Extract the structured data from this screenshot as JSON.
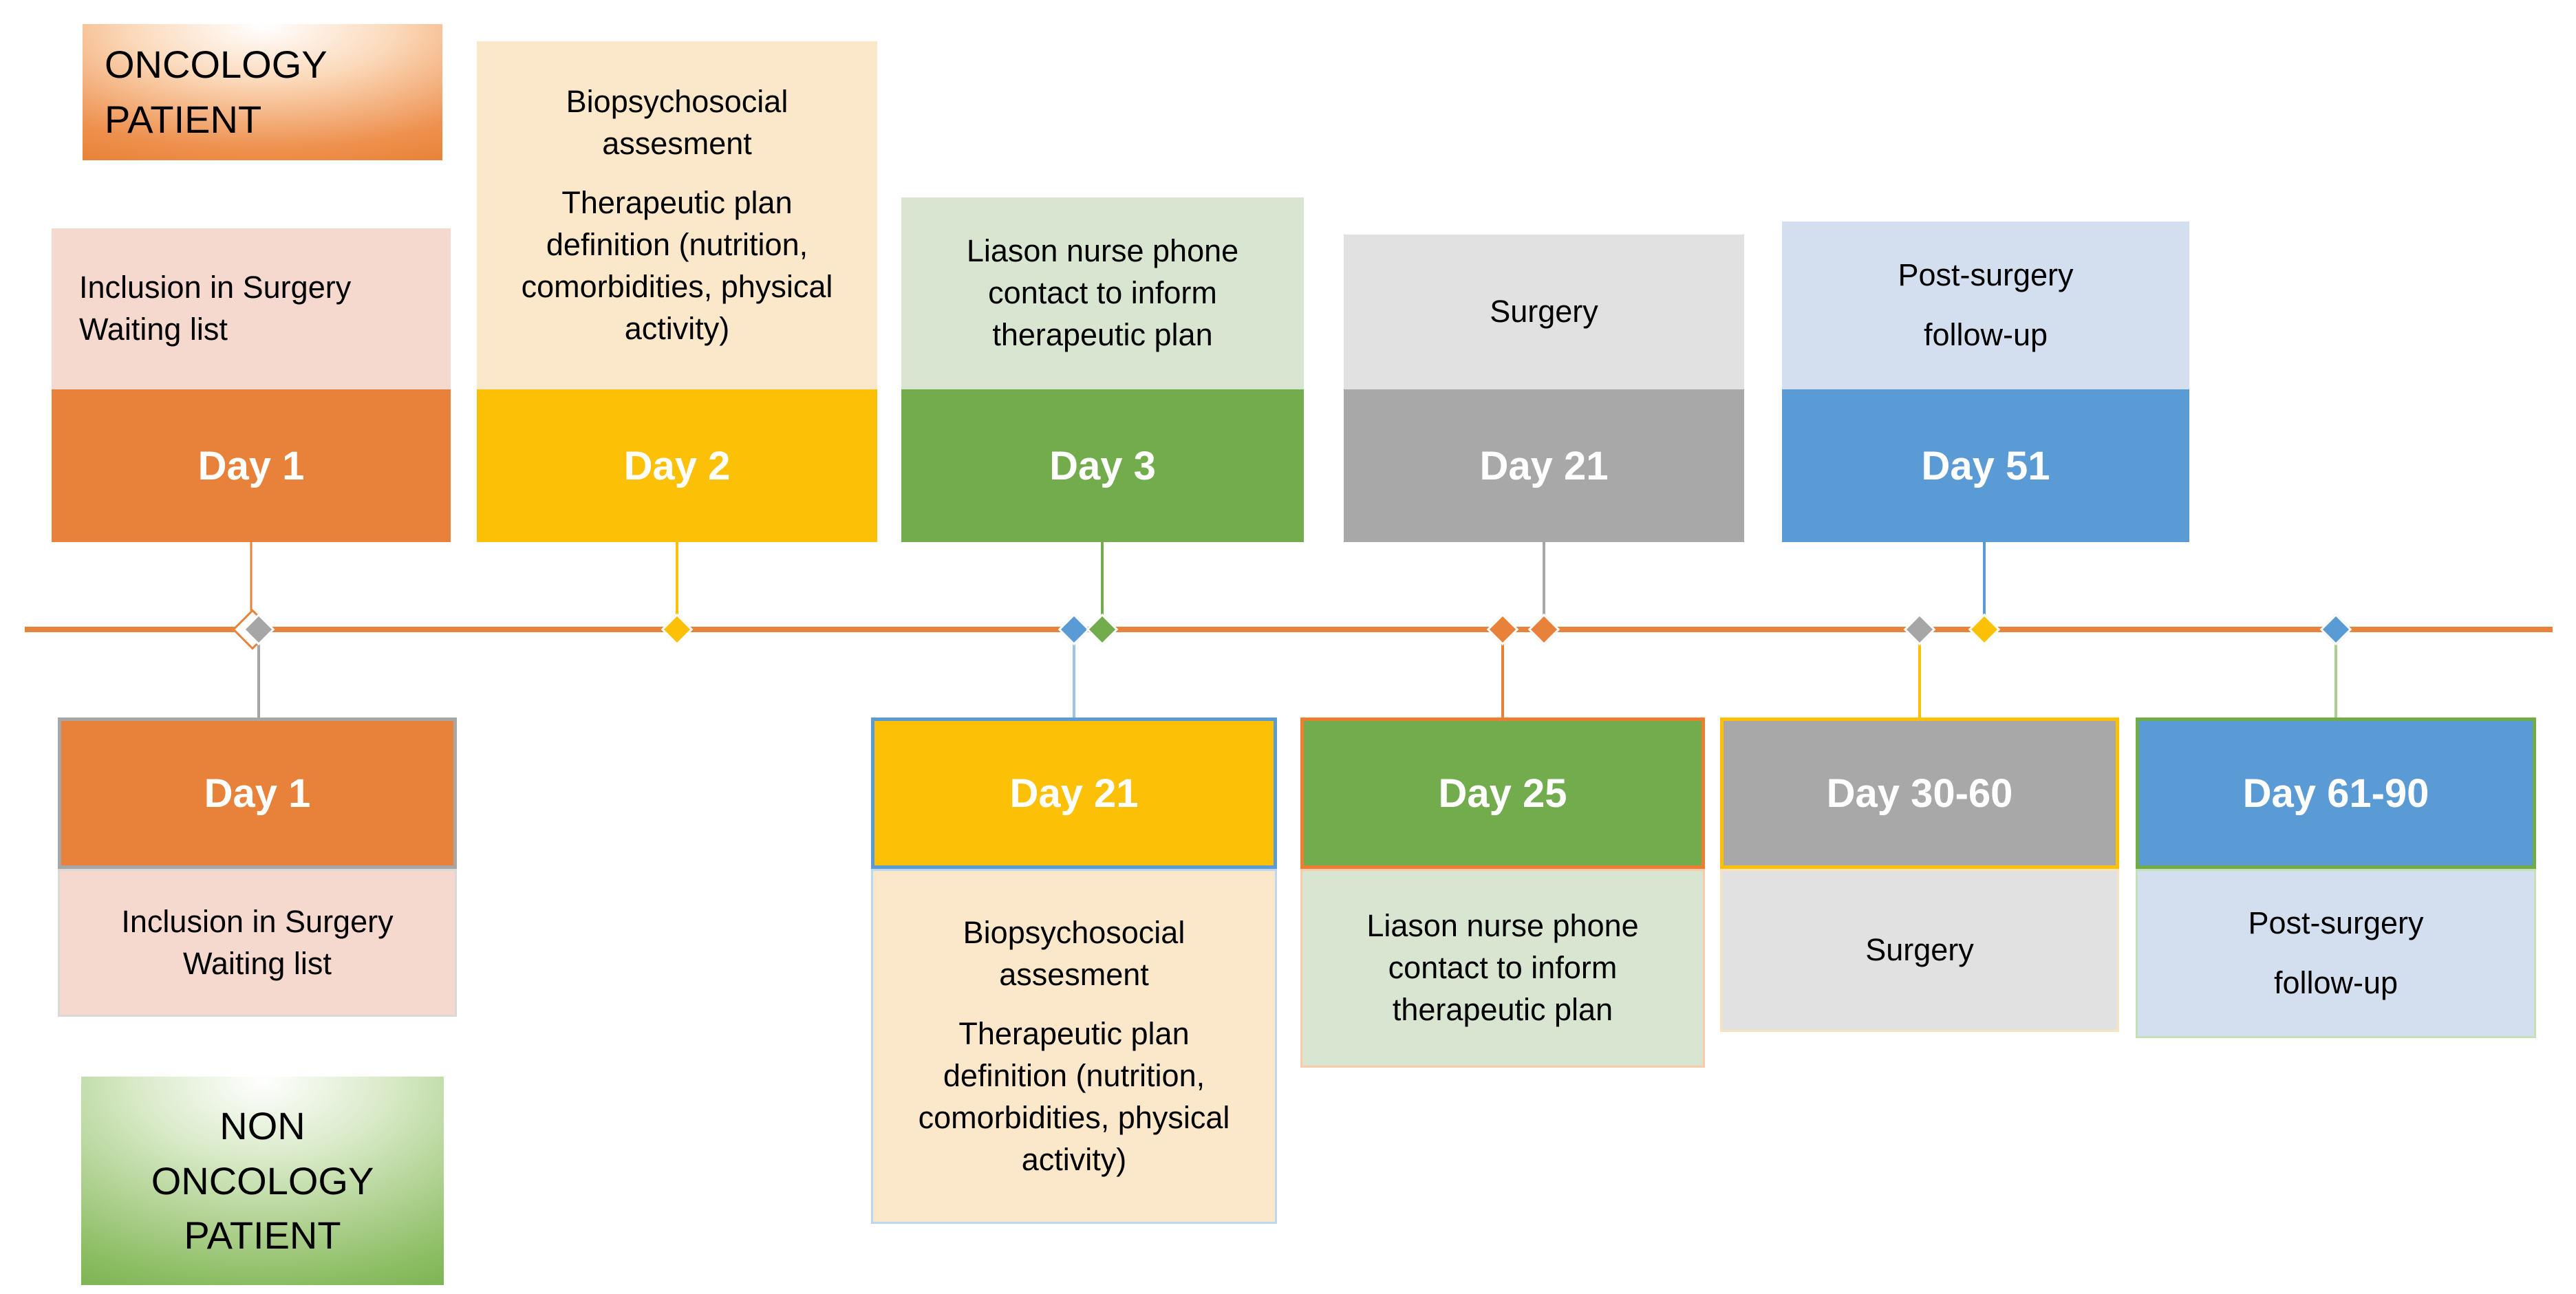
{
  "legend": {
    "oncology": {
      "lines": [
        "ONCOLOGY",
        "PATIENT"
      ]
    },
    "non_oncology": {
      "lines": [
        "NON",
        "ONCOLOGY",
        "PATIENT"
      ]
    }
  },
  "oncology_track": {
    "items": [
      {
        "day": "Day 1",
        "p1": "Inclusion in Surgery Waiting list",
        "p2": ""
      },
      {
        "day": "Day 2",
        "p1": "Biopsychosocial assesment",
        "p2": "Therapeutic plan definition (nutrition, comorbidities, physical activity)"
      },
      {
        "day": "Day 3",
        "p1": "Liason nurse phone contact to inform therapeutic plan",
        "p2": ""
      },
      {
        "day": "Day 21",
        "p1": "Surgery",
        "p2": ""
      },
      {
        "day": "Day 51",
        "p1": "Post-surgery",
        "p2": "follow-up"
      }
    ]
  },
  "non_oncology_track": {
    "items": [
      {
        "day": "Day 1",
        "p1": "Inclusion in Surgery Waiting list",
        "p2": ""
      },
      {
        "day": "Day 21",
        "p1": "Biopsychosocial assesment",
        "p2": "Therapeutic plan definition (nutrition, comorbidities, physical activity)"
      },
      {
        "day": "Day 25",
        "p1": "Liason nurse phone contact to inform therapeutic plan",
        "p2": ""
      },
      {
        "day": "Day 30-60",
        "p1": "Surgery",
        "p2": ""
      },
      {
        "day": "Day 61-90",
        "p1": "Post-surgery",
        "p2": "follow-up"
      }
    ]
  },
  "palette": {
    "orange": "#E8823B",
    "gold": "#FCC106",
    "green": "#73AC4D",
    "gray": "#A6A6A6",
    "blue": "#5B9BD5",
    "light_pink": "#F5D8CE",
    "light_peach": "#FBE7CA",
    "light_green": "#D8E5D0",
    "light_gray": "#E1E1E1",
    "light_blue": "#D3DFEF",
    "timeline_line": "#E8833C",
    "connector_light_blue": "#9DC3E6",
    "connector_light_green": "#A9D18E",
    "legend_oncology_gradient_to": "#E47B28",
    "legend_non_oncology_gradient_to": "#70AD47"
  },
  "markers": [
    {
      "shape": "diamond-outline",
      "color": "orange"
    },
    {
      "shape": "diamond",
      "color": "gray"
    },
    {
      "shape": "diamond",
      "color": "gold"
    },
    {
      "shape": "diamond",
      "color": "blue"
    },
    {
      "shape": "diamond",
      "color": "green"
    },
    {
      "shape": "diamond",
      "color": "orange"
    },
    {
      "shape": "diamond",
      "color": "orange"
    },
    {
      "shape": "diamond",
      "color": "gray"
    },
    {
      "shape": "diamond",
      "color": "gold"
    },
    {
      "shape": "diamond",
      "color": "blue"
    }
  ]
}
